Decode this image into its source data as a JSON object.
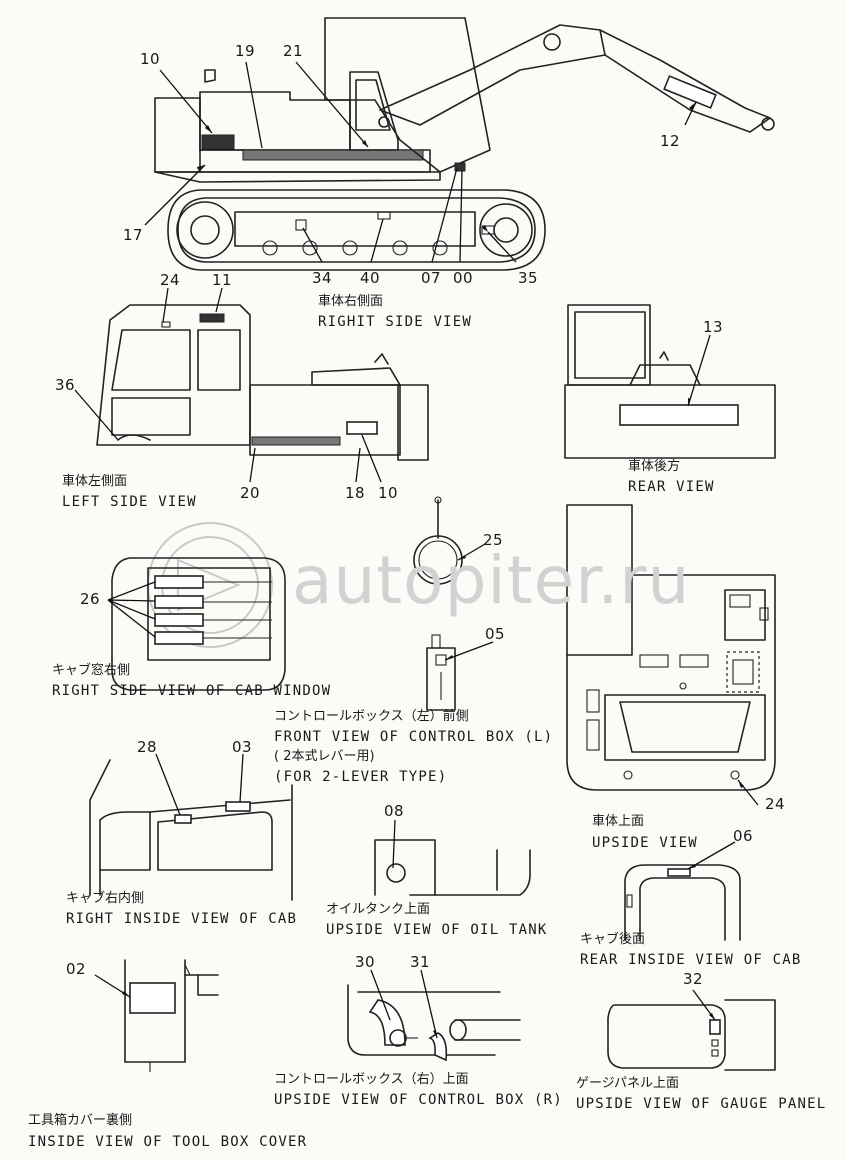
{
  "watermark": "autopiter.ru",
  "views": {
    "right_side": {
      "jp": "車体右側面",
      "en": "RIGHIT SIDE VIEW"
    },
    "left_side": {
      "jp": "車体左側面",
      "en": "LEFT SIDE VIEW"
    },
    "rear": {
      "jp": "車体後方",
      "en": "REAR VIEW"
    },
    "cab_window": {
      "jp": "キャブ窓右側",
      "en": "RIGHT SIDE VIEW OF CAB WINDOW"
    },
    "control_box_front": {
      "jp": "コントロールボックス（左）前側",
      "en": "FRONT VIEW OF CONTROL BOX (L)",
      "jp_note": "( 2本式レバー用)",
      "en_note": "(FOR 2-LEVER TYPE)"
    },
    "upside": {
      "jp": "車体上面",
      "en": "UPSIDE VIEW"
    },
    "cab_inside": {
      "jp": "キャブ右内側",
      "en": "RIGHT INSIDE VIEW OF CAB"
    },
    "oil_tank": {
      "jp": "オイルタンク上面",
      "en": "UPSIDE VIEW OF OIL TANK"
    },
    "cab_rear": {
      "jp": "キャブ後面",
      "en": "REAR INSIDE VIEW OF CAB"
    },
    "tool_box": {
      "jp": "工具箱カバー裏側",
      "en": "INSIDE VIEW OF TOOL BOX COVER"
    },
    "control_box_upside": {
      "jp": "コントロールボックス（右）上面",
      "en": "UPSIDE VIEW OF CONTROL BOX (R)"
    },
    "gauge_panel": {
      "jp": "ゲージパネル上面",
      "en": "UPSIDE VIEW OF GAUGE PANEL"
    }
  },
  "callouts": {
    "c10a": "10",
    "c19": "19",
    "c21": "21",
    "c12": "12",
    "c17": "17",
    "c34": "34",
    "c40": "40",
    "c07": "07",
    "c00": "00",
    "c35": "35",
    "c24a": "24",
    "c11": "11",
    "c36": "36",
    "c20": "20",
    "c18": "18",
    "c10b": "10",
    "c13": "13",
    "c25": "25",
    "c26": "26",
    "c05": "05",
    "c24b": "24",
    "c28": "28",
    "c03": "03",
    "c08": "08",
    "c06": "06",
    "c02": "02",
    "c30": "30",
    "c31": "31",
    "c32": "32"
  }
}
